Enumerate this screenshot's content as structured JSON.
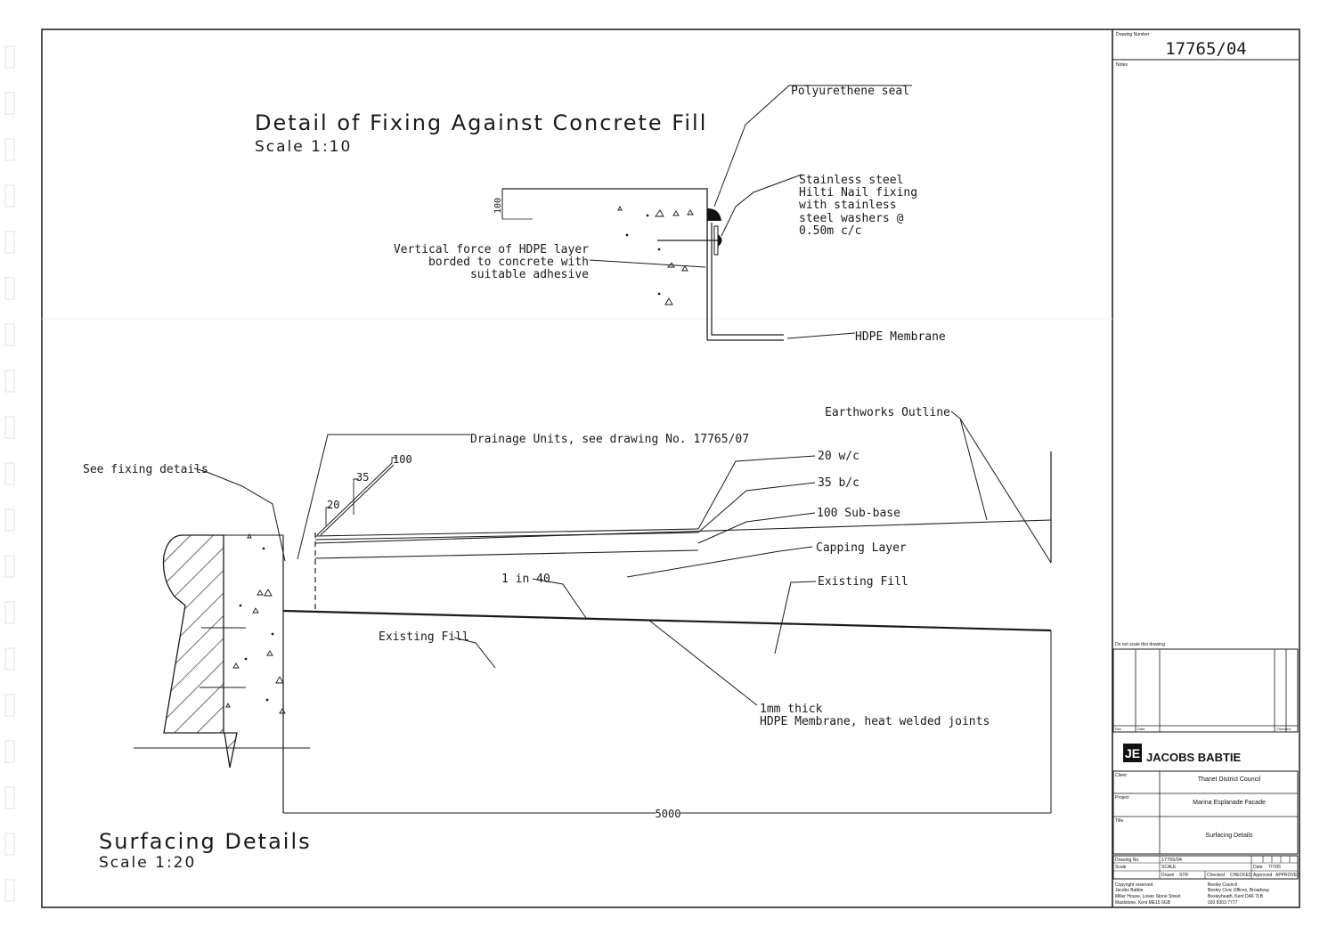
{
  "drawing_number_label": "Drawing Number",
  "drawing_number": "17765/04",
  "notes_label": "Notes",
  "detail": {
    "title": "Detail of Fixing Against Concrete Fill",
    "scale": "Scale 1:10",
    "dim_100": "100",
    "labels": {
      "polyurethene_seal": "Polyurethene seal",
      "stainless_1": "Stainless steel",
      "stainless_2": "Hilti Nail fixing",
      "stainless_3": "with stainless",
      "stainless_4": "steel washers @",
      "stainless_5": "0.50m c/c",
      "vertical_1": "Vertical force of HDPE layer",
      "vertical_2": "borded to concrete with",
      "vertical_3": "suitable adhesive",
      "hdpe_membrane": "HDPE Membrane"
    }
  },
  "surfacing": {
    "title": "Surfacing Details",
    "scale": "Scale 1:20",
    "labels": {
      "earthworks_outline": "Earthworks Outline",
      "drainage_units": "Drainage Units, see drawing No. 17765/07",
      "see_fixing": "See fixing details",
      "w_c": "20 w/c",
      "b_c": "35 b/c",
      "sub_base": "100 Sub-base",
      "capping_layer": "Capping Layer",
      "existing_fill_right": "Existing Fill",
      "existing_fill_left": "Existing Fill",
      "gradient": "1 in 40",
      "membrane_1": "1mm thick",
      "membrane_2": "HDPE Membrane, heat welded joints",
      "dim_20": "20",
      "dim_35": "35",
      "dim_100": "100",
      "dim_5000": "5000"
    }
  },
  "title_block": {
    "do_not_scale": "Do not scale this drawing",
    "rev": "Rev",
    "date": "Date",
    "checked": "Checked",
    "company": "JACOBS BABTIE",
    "logo_mark": "JE",
    "client_label": "Client",
    "client": "Thanet District Council",
    "project_label": "Project",
    "project": "Marina Esplanade Facade",
    "title_label": "Title",
    "title": "Surfacing Details",
    "drawing_no_label": "Drawing No.",
    "drawing_no": "17765/04",
    "scale_label": "Scale",
    "scale_value": "SCALE",
    "date_label": "Date",
    "date_value": "7/7/05",
    "drawn_label": "Drawn",
    "drawn_value": "STR",
    "checked_label": "Checked",
    "checked_value": "CHECKED",
    "approved_label": "Approved",
    "approved_value": "APPROVED",
    "copyright_1": "Copyright reserved",
    "copyright_2": "Jacobs Babtie",
    "copyright_3": "Miller House, Lower Stone Street",
    "copyright_4": "Maidstone, Kent ME15 6GB",
    "office_1": "Bexley Council",
    "office_2": "Bexley Civic Offices, Broadway",
    "office_3": "Bexleyheath, Kent DA6 7LB",
    "office_4": "020 8303 7777"
  }
}
